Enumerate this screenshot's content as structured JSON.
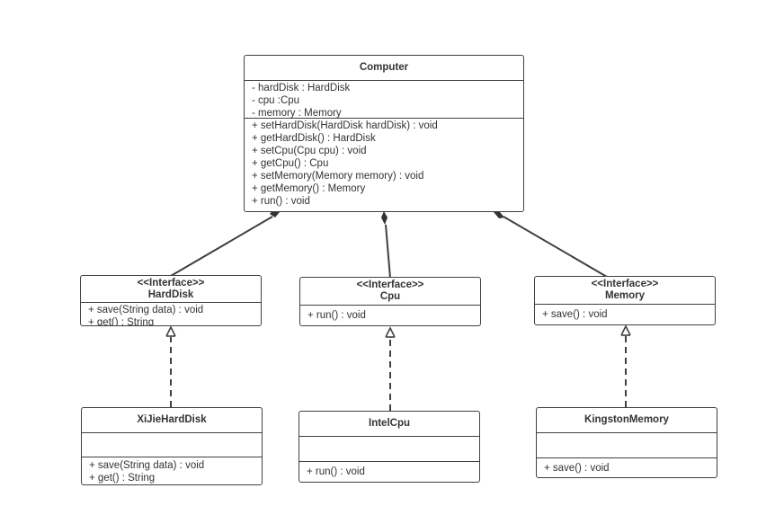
{
  "classes": {
    "computer": {
      "name": "Computer",
      "attributes": [
        "- hardDisk : HardDisk",
        "- cpu :Cpu",
        "- memory : Memory"
      ],
      "methods": [
        "+ setHardDisk(HardDisk hardDisk) : void",
        "+ getHardDisk() : HardDisk",
        "+ setCpu(Cpu cpu) : void",
        "+ getCpu() : Cpu",
        "+ setMemory(Memory memory) : void",
        "+ getMemory() : Memory",
        "+ run() : void"
      ]
    },
    "harddisk": {
      "stereotype": "<<Interface>>",
      "name": "HardDisk",
      "methods": [
        "+ save(String data) : void",
        "+ get() : String"
      ]
    },
    "cpu": {
      "stereotype": "<<Interface>>",
      "name": "Cpu",
      "methods": [
        "+ run() : void"
      ]
    },
    "memory": {
      "stereotype": "<<Interface>>",
      "name": "Memory",
      "methods": [
        "+ save() : void"
      ]
    },
    "xijie": {
      "name": "XiJieHardDisk",
      "attributes": [],
      "methods": [
        "+ save(String data) : void",
        "+ get() : String"
      ]
    },
    "intel": {
      "name": "IntelCpu",
      "attributes": [],
      "methods": [
        "+ run() : void"
      ]
    },
    "kingston": {
      "name": "KingstonMemory",
      "attributes": [],
      "methods": [
        "+ save() : void"
      ]
    }
  },
  "relations": [
    {
      "type": "composition",
      "from": "computer",
      "to": "harddisk"
    },
    {
      "type": "composition",
      "from": "computer",
      "to": "cpu"
    },
    {
      "type": "composition",
      "from": "computer",
      "to": "memory"
    },
    {
      "type": "realization",
      "from": "xijie",
      "to": "harddisk"
    },
    {
      "type": "realization",
      "from": "intel",
      "to": "cpu"
    },
    {
      "type": "realization",
      "from": "kingston",
      "to": "memory"
    }
  ],
  "style": {
    "line_color": "#404040",
    "text_color": "#333333",
    "background": "#ffffff"
  }
}
